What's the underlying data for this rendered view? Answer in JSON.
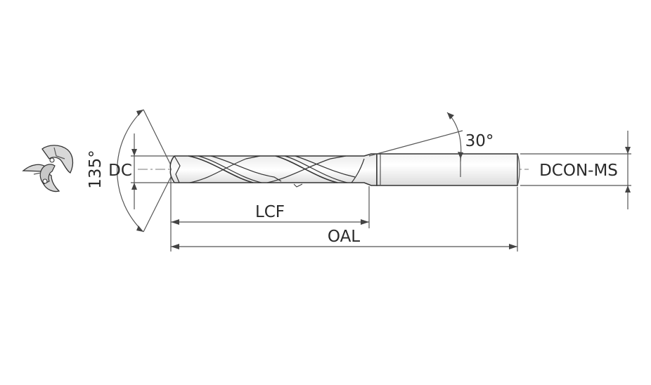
{
  "labels": {
    "point_angle": "135°",
    "diameter_cut": "DC",
    "shank_angle": "30°",
    "shank_diameter": "DCON-MS",
    "flute_length": "LCF",
    "overall_length": "OAL"
  },
  "icons": [
    "drill-end-view-icon"
  ],
  "colors": {
    "line": "#333333",
    "text": "#2a2a2a"
  }
}
